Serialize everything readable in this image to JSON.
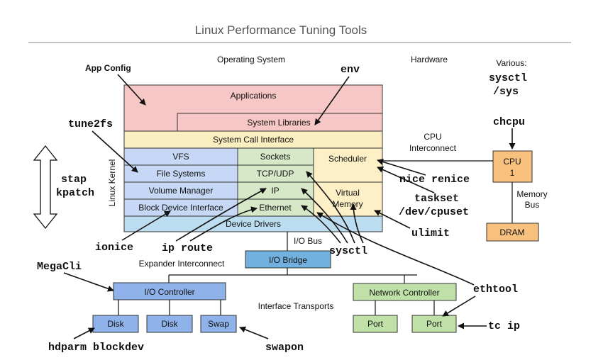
{
  "title": "Linux Performance Tuning Tools",
  "sections": {
    "operating_system": "Operating System",
    "hardware": "Hardware",
    "various": "Various:",
    "linux_kernel": "Linux Kernel",
    "cpu_interconnect_1": "CPU",
    "cpu_interconnect_2": "Interconnect",
    "memory_bus_1": "Memory",
    "memory_bus_2": "Bus",
    "io_bus": "I/O Bus",
    "expander_interconnect": "Expander Interconnect",
    "interface_transports": "Interface Transports"
  },
  "layers": {
    "applications": "Applications",
    "system_libraries": "System Libraries",
    "system_call_interface": "System Call Interface",
    "vfs": "VFS",
    "file_systems": "File Systems",
    "volume_manager": "Volume Manager",
    "block_device_interface": "Block Device Interface",
    "sockets": "Sockets",
    "tcp_udp": "TCP/UDP",
    "ip": "IP",
    "ethernet": "Ethernet",
    "scheduler": "Scheduler",
    "virtual_memory_1": "Virtual",
    "virtual_memory_2": "Memory",
    "device_drivers": "Device Drivers"
  },
  "hardware_components": {
    "cpu_1": "CPU",
    "cpu_2": "1",
    "dram": "DRAM",
    "io_bridge": "I/O Bridge",
    "io_controller": "I/O Controller",
    "network_controller": "Network Controller",
    "disk_1": "Disk",
    "disk_2": "Disk",
    "swap": "Swap",
    "port_1": "Port",
    "port_2": "Port"
  },
  "tools": {
    "app_config": "App Config",
    "env": "env",
    "sysctl": "sysctl",
    "sys": "/sys",
    "chcpu": "chcpu",
    "tune2fs": "tune2fs",
    "stap": "stap",
    "kpatch": "kpatch",
    "nice_renice": "nice renice",
    "taskset": "taskset",
    "dev_cpuset": "/dev/cpuset",
    "ulimit": "ulimit",
    "ionice": "ionice",
    "ip_route": "ip route",
    "sysctl_2": "sysctl",
    "megacli": "MegaCli",
    "ethtool": "ethtool",
    "tc_ip": "tc ip",
    "hdparm_blockdev": "hdparm blockdev",
    "swapon": "swapon"
  },
  "colors": {
    "applications": "#f6c7c4",
    "system_call": "#fbeec0",
    "storage_stack": "#c6d8f5",
    "network_stack": "#d6e8c8",
    "scheduler_vm": "#fdf0c6",
    "device_drivers": "#bcdcf0",
    "io_bridge": "#72b0e0",
    "io_controller": "#8fb2ea",
    "network_hw": "#bfe1a8",
    "cpu": "#f8c27e",
    "dram": "#f8c27e"
  }
}
